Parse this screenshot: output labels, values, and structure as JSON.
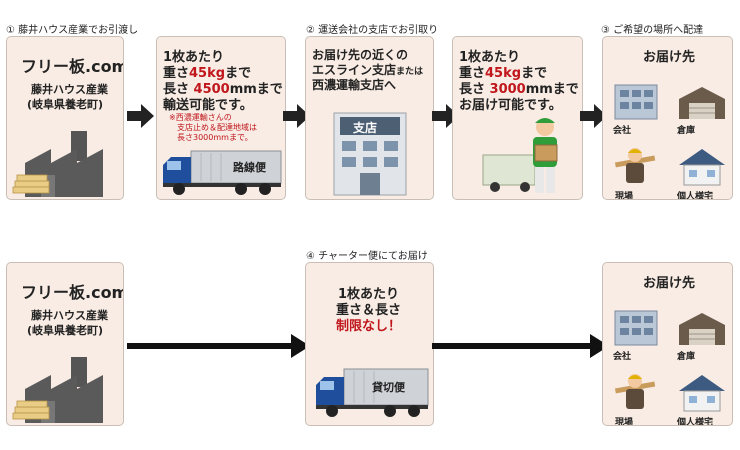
{
  "row1": {
    "steps": {
      "s1": "① 藤井ハウス産業でお引渡し",
      "s2": "② 運送会社の支店でお引取り",
      "s3": "③ ご希望の場所へ配達"
    },
    "origin": {
      "site": "フリー板.com",
      "company": "藤井ハウス産業",
      "location": "(岐阜県養老町)"
    },
    "truck_box": {
      "line1": "1枚あたり",
      "line2_a": "重さ",
      "line2_b": "45kg",
      "line2_c": "まで",
      "line3_a": "長さ ",
      "line3_b": "4500",
      "line3_c": "mmまで",
      "line4": "輸送可能です。",
      "note1": "※西濃運輸さんの",
      "note2": "支店止め＆配達地域は",
      "note3": "長さ3000mmまで。",
      "truck_label": "路線便"
    },
    "branch_box": {
      "line1": "お届け先の近くの",
      "line2_a": "エスライン支店",
      "line2_b": "または",
      "line3": "西濃運輸支店へ",
      "building_label": "支店"
    },
    "delivery_box": {
      "line1": "1枚あたり",
      "line2_a": "重さ",
      "line2_b": "45kg",
      "line2_c": "まで",
      "line3_a": "長さ ",
      "line3_b": "3000",
      "line3_c": "mmまで",
      "line4": "お届け可能です。"
    },
    "destination": {
      "title": "お届け先",
      "office": "会社",
      "warehouse": "倉庫",
      "site": "現場",
      "house": "個人様宅"
    }
  },
  "row2": {
    "step": "④ チャーター便にてお届け",
    "origin": {
      "site": "フリー板.com",
      "company": "藤井ハウス産業",
      "location": "(岐阜県養老町)"
    },
    "charter_box": {
      "line1": "1枚あたり",
      "line2": "重さ＆長さ",
      "line3": "制限なし！",
      "truck_label": "貸切便"
    },
    "destination": {
      "title": "お届け先",
      "office": "会社",
      "warehouse": "倉庫",
      "site": "現場",
      "house": "個人様宅"
    }
  },
  "colors": {
    "accent_red": "#c0161c",
    "box_fill": "#f8ece4",
    "arrow": "#222222",
    "truck_blue": "#1f4e9c"
  },
  "icons": [
    "factory-icon",
    "truck-icon",
    "branch-building-icon",
    "delivery-man-icon",
    "office-building-icon",
    "warehouse-icon",
    "worker-icon",
    "house-icon",
    "arrow-right-icon"
  ]
}
